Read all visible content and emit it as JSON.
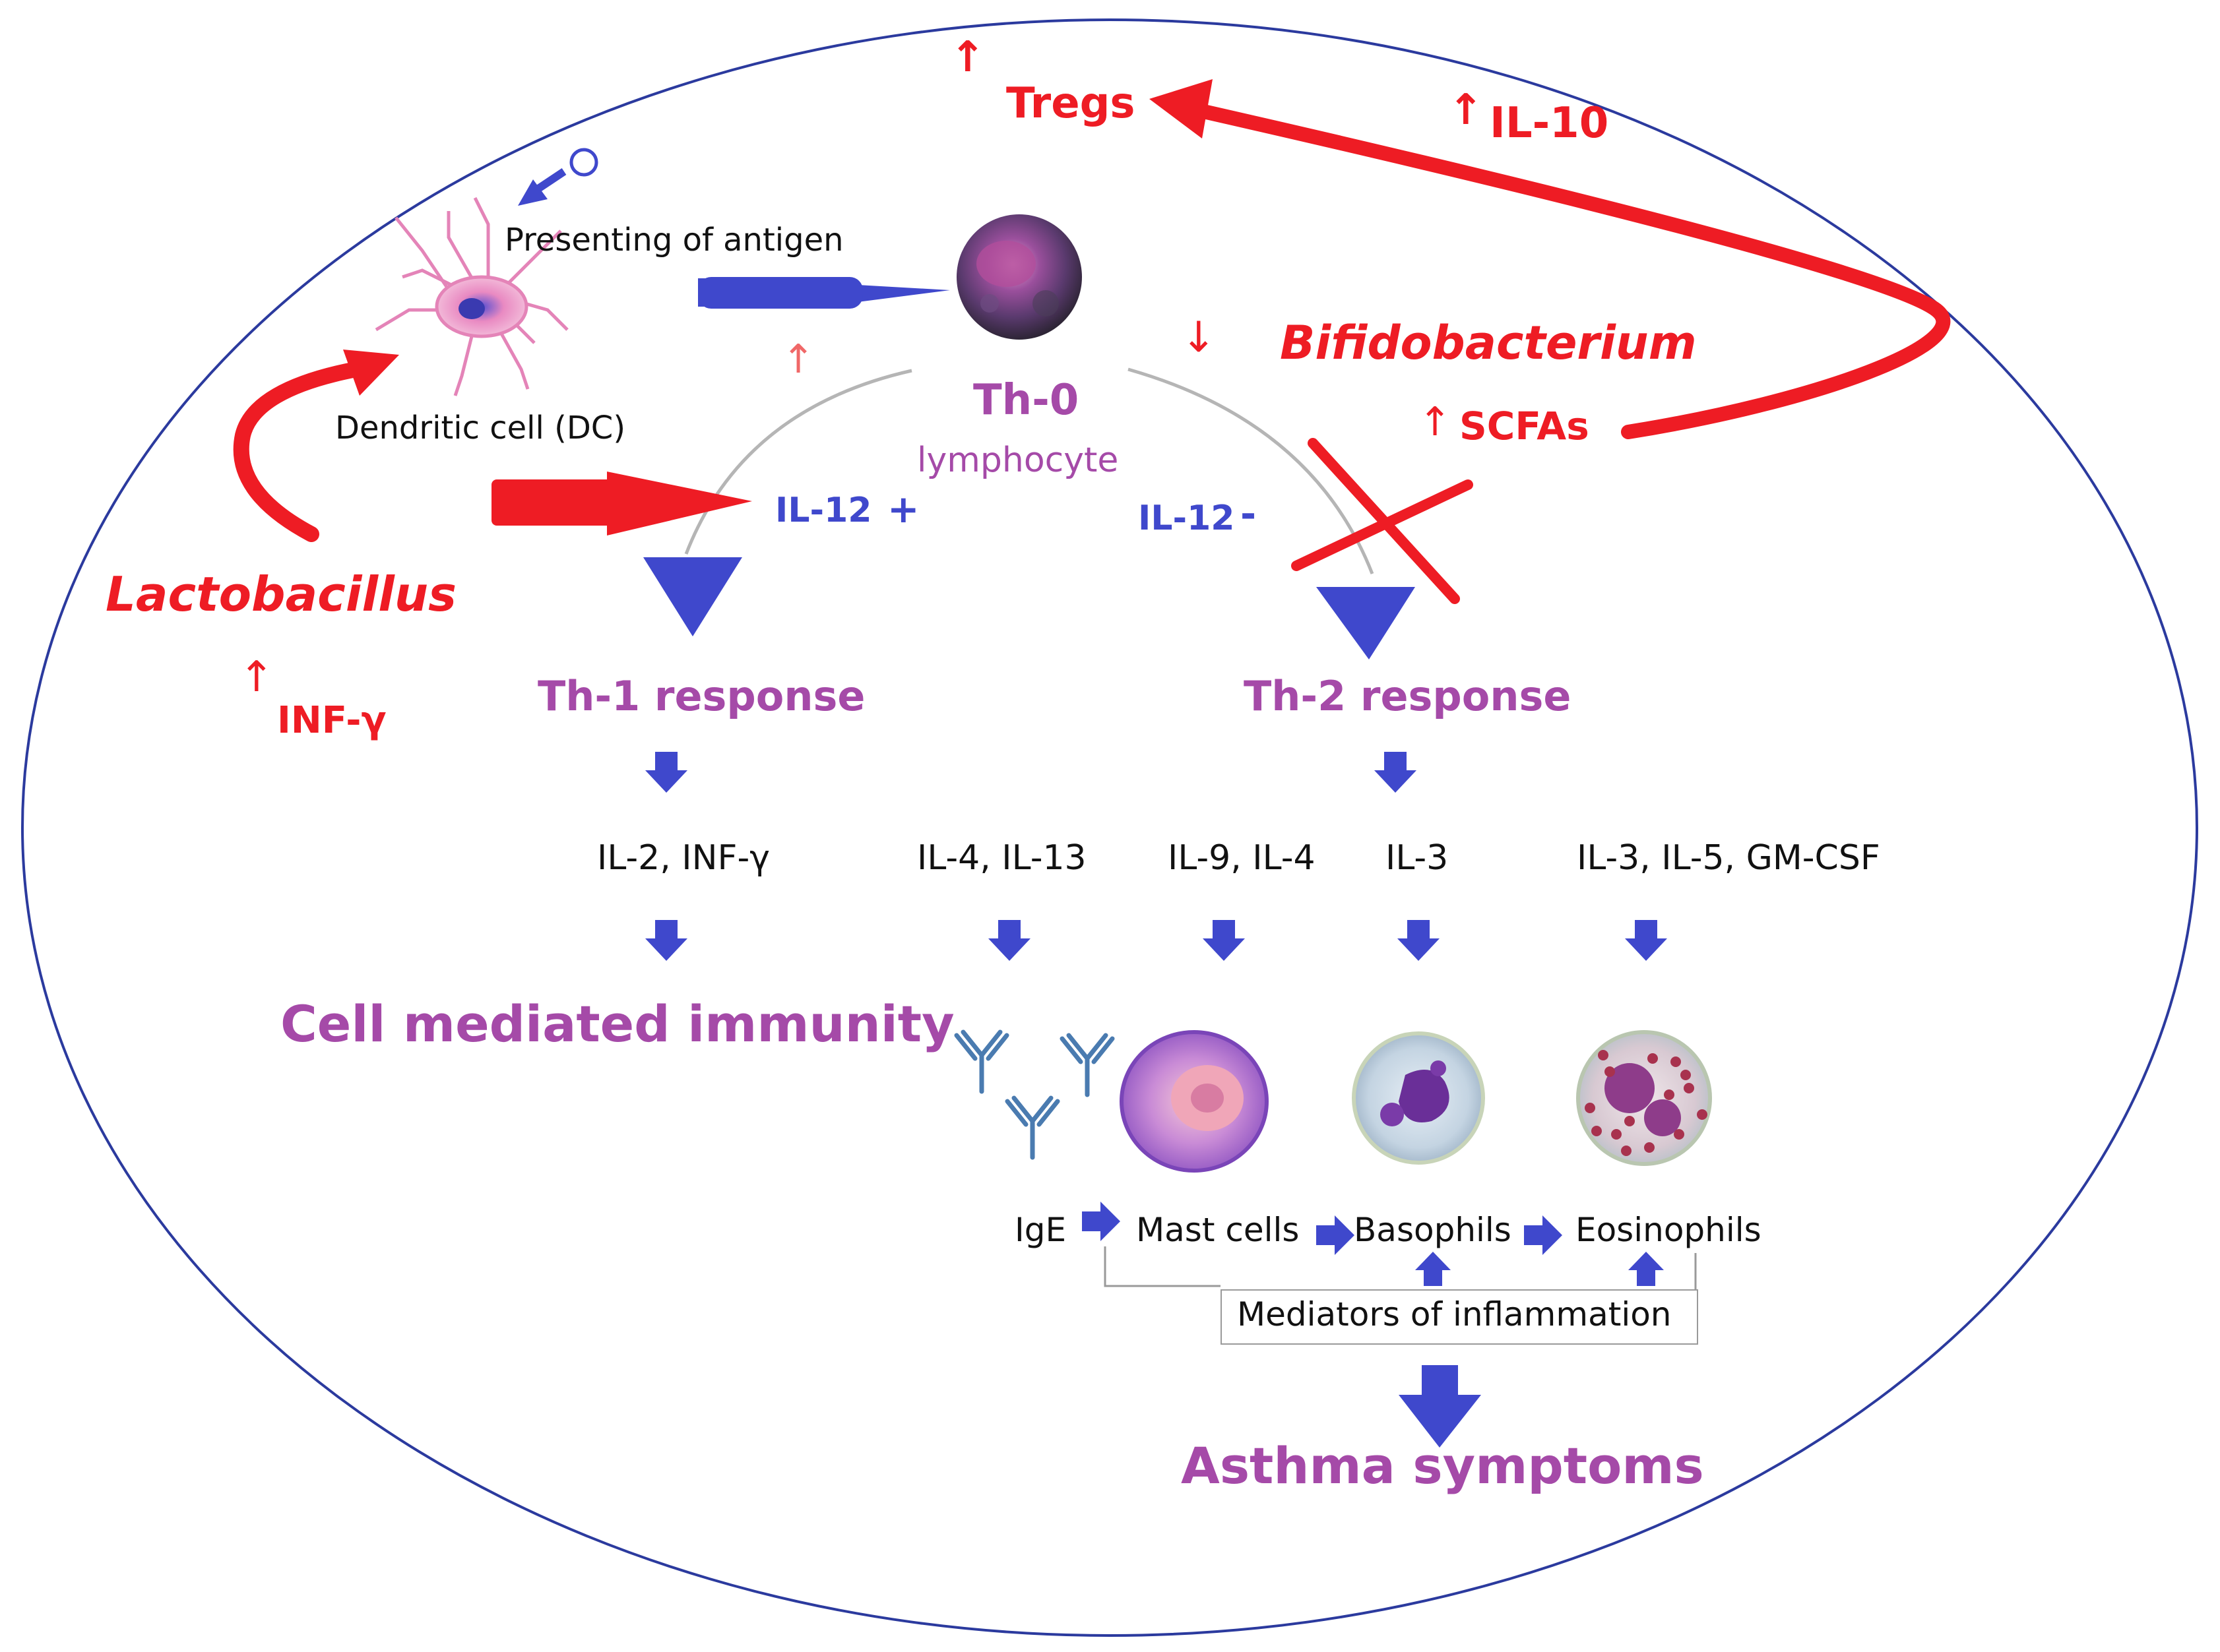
{
  "labels": {
    "tregs": "Tregs",
    "il10": "IL-10",
    "presenting": "Presenting of antigen",
    "dendritic": "Dendritic cell (DC)",
    "th0": "Th-0",
    "lymphocyte": "lymphocyte",
    "bifido": "Bifidobacterium",
    "scfas": "SCFAs",
    "il12_plus": "IL-12",
    "plus": "+",
    "il12_minus": "IL-12",
    "minus": "-",
    "lacto": "Lactobacillus",
    "infg": "INF-γ",
    "th1": "Th-1 response",
    "th2": "Th-2 response",
    "th1_cytokines": "IL-2, INF-γ",
    "il4_il13": "IL-4, IL-13",
    "il9_il4": "IL-9, IL-4",
    "il3": "IL-3",
    "il3_il5_gmcsf": "IL-3, IL-5, GM-CSF",
    "cell_mediated": "Cell mediated immunity",
    "ige": "IgE",
    "mast": "Mast cells",
    "basophils": "Basophils",
    "eosinophils": "Eosinophils",
    "mediators": "Mediators of inflammation",
    "asthma": "Asthma symptoms",
    "up_arrow": "↑",
    "down_arrow": "↓"
  },
  "colors": {
    "red": "#ee1c24",
    "blue": "#3f48cc",
    "purple": "#a54aa8",
    "outline": "#2b3a9e"
  }
}
